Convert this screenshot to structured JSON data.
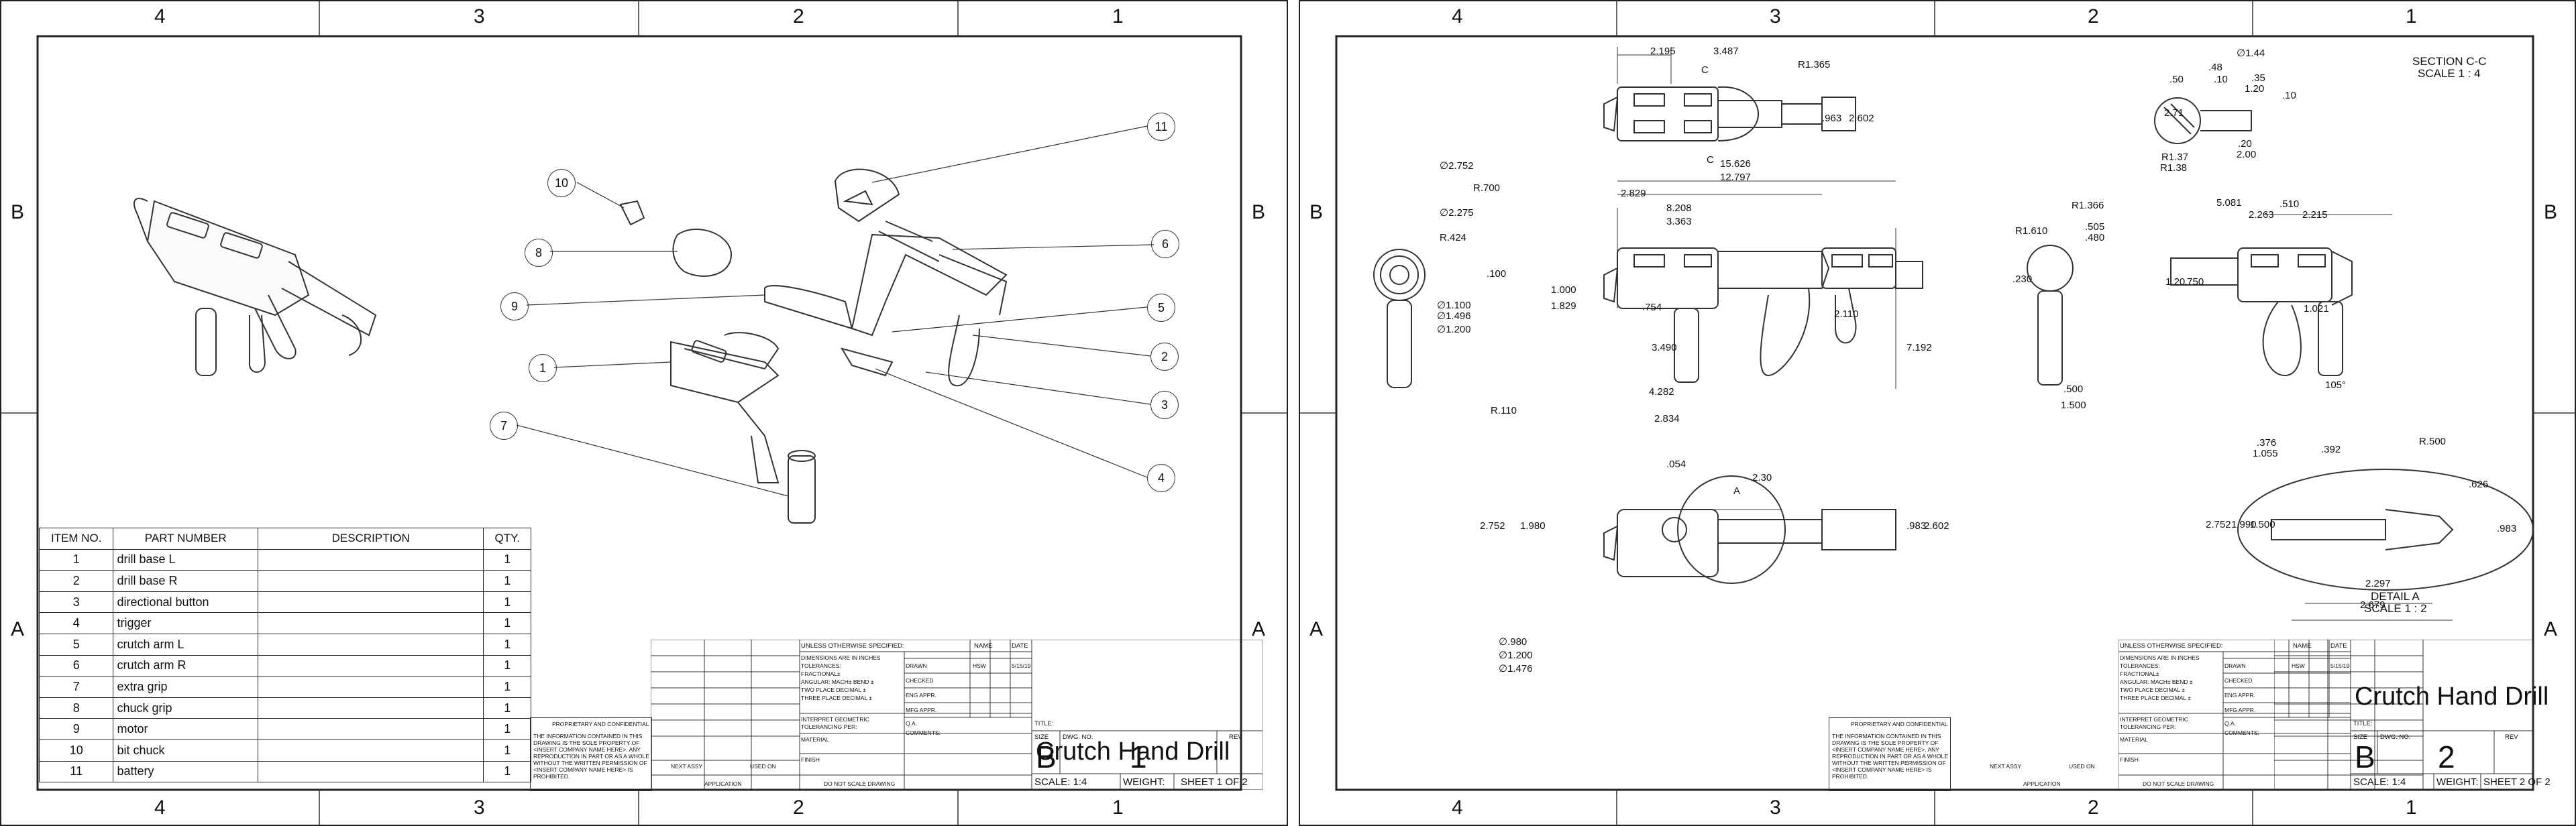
{
  "zones": {
    "columns": [
      "4",
      "3",
      "2",
      "1"
    ],
    "rows": [
      "B",
      "A"
    ]
  },
  "sheet1": {
    "bom": {
      "headers": [
        "ITEM NO.",
        "PART NUMBER",
        "DESCRIPTION",
        "QTY."
      ],
      "rows": [
        {
          "item": "1",
          "part": "drill base L",
          "desc": "",
          "qty": "1"
        },
        {
          "item": "2",
          "part": "drill base R",
          "desc": "",
          "qty": "1"
        },
        {
          "item": "3",
          "part": "directional button",
          "desc": "",
          "qty": "1"
        },
        {
          "item": "4",
          "part": "trigger",
          "desc": "",
          "qty": "1"
        },
        {
          "item": "5",
          "part": "crutch arm L",
          "desc": "",
          "qty": "1"
        },
        {
          "item": "6",
          "part": "crutch arm R",
          "desc": "",
          "qty": "1"
        },
        {
          "item": "7",
          "part": "extra grip",
          "desc": "",
          "qty": "1"
        },
        {
          "item": "8",
          "part": "chuck grip",
          "desc": "",
          "qty": "1"
        },
        {
          "item": "9",
          "part": "motor",
          "desc": "",
          "qty": "1"
        },
        {
          "item": "10",
          "part": "bit chuck",
          "desc": "",
          "qty": "1"
        },
        {
          "item": "11",
          "part": "battery",
          "desc": "",
          "qty": "1"
        }
      ]
    },
    "balloons": [
      "1",
      "2",
      "3",
      "4",
      "5",
      "6",
      "7",
      "8",
      "9",
      "10",
      "11"
    ],
    "title_block": {
      "title": "Crutch Hand Drill",
      "size": "B",
      "dwg_no": "1",
      "scale": "SCALE: 1:4",
      "weight": "WEIGHT:",
      "sheet": "SHEET 1 OF 2"
    }
  },
  "sheet2": {
    "title_block": {
      "title": "Crutch Hand Drill",
      "size": "B",
      "dwg_no": "2",
      "scale": "SCALE: 1:4",
      "weight": "WEIGHT:",
      "sheet": "SHEET 2 OF 2"
    },
    "section_label": "SECTION C-C",
    "section_scale": "SCALE 1 : 4",
    "detail_label": "DETAIL A",
    "detail_scale": "SCALE 1 : 2",
    "dims": {
      "top_view": [
        "2.195",
        "3.487",
        "R1.365",
        ".963",
        "2.602",
        "C",
        "C",
        "15.626",
        "12.797"
      ],
      "section": [
        "∅1.44",
        ".48",
        ".50",
        ".10",
        ".35",
        "1.20",
        ".10",
        "2.71",
        ".20",
        "2.00",
        "R1.37",
        "R1.38"
      ],
      "end_view": [
        "∅2.752",
        "R.700",
        "∅2.275",
        "R.424",
        ".100",
        "∅1.100",
        "∅1.496",
        "∅1.200",
        "R.110"
      ],
      "front_view": [
        "2.829",
        "8.208",
        "3.363",
        "1.000",
        "1.829",
        ".754",
        "2.110",
        "3.490",
        "7.192",
        "4.282",
        "2.834"
      ],
      "side_view": [
        "R1.366",
        ".505",
        ".480",
        "R1.610",
        ".230",
        ".500",
        "1.500"
      ],
      "right_view": [
        "5.081",
        ".510",
        "2.263",
        "2.215",
        "1.20",
        ".750",
        "1.021",
        "105°"
      ],
      "bottom_view": [
        ".054",
        "2.30",
        "A",
        "2.752",
        "1.980",
        ".983",
        "2.602",
        "∅.980",
        "∅1.200",
        "∅1.476"
      ],
      "detail": [
        ".376",
        "1.055",
        ".392",
        "R.500",
        ".626",
        "2.752",
        "1.990",
        "1.500",
        ".983",
        "2.297",
        "2.679"
      ]
    }
  },
  "title_block_common": {
    "unless": "UNLESS OTHERWISE SPECIFIED:",
    "name": "NAME",
    "date": "DATE",
    "dims_line1": "DIMENSIONS ARE IN INCHES",
    "dims_line2": "TOLERANCES:",
    "dims_line3": "FRACTIONAL±",
    "dims_line4": "ANGULAR: MACH±   BEND ±",
    "dims_line5": "TWO PLACE DECIMAL   ±",
    "dims_line6": "THREE PLACE DECIMAL  ±",
    "drawn": "DRAWN",
    "drawn_by": "HSW",
    "drawn_date": "5/15/19",
    "checked": "CHECKED",
    "eng_appr": "ENG APPR.",
    "mfg_appr": "MFG APPR.",
    "qa": "Q.A.",
    "interpret1": "INTERPRET GEOMETRIC",
    "interpret2": "TOLERANCING PER:",
    "comments": "COMMENTS:",
    "material": "MATERIAL",
    "finish": "FINISH",
    "title_label": "TITLE:",
    "size_label": "SIZE",
    "dwg_label": "DWG.  NO.",
    "rev_label": "REV",
    "next_assy": "NEXT ASSY",
    "used_on": "USED ON",
    "application": "APPLICATION",
    "do_not_scale": "DO NOT SCALE DRAWING",
    "prop1": "PROPRIETARY AND CONFIDENTIAL",
    "prop2": "THE INFORMATION CONTAINED IN THIS",
    "prop3": "DRAWING IS THE SOLE PROPERTY OF",
    "prop4": "<INSERT COMPANY NAME HERE>.  ANY",
    "prop5": "REPRODUCTION IN PART OR AS A WHOLE",
    "prop6": "WITHOUT THE WRITTEN PERMISSION OF",
    "prop7": "<INSERT COMPANY NAME HERE> IS",
    "prop8": "PROHIBITED."
  }
}
